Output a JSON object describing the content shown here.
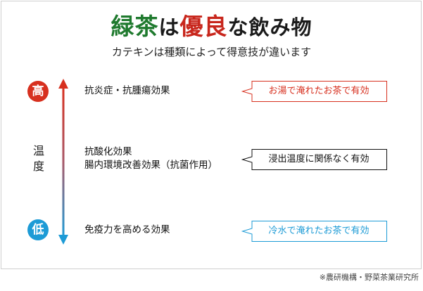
{
  "title": {
    "part1": "緑茶",
    "part2": "は",
    "part3": "優良",
    "part4": "な飲み物"
  },
  "subtitle": "カテキンは種類によって得意技が違います",
  "axis": {
    "high_label": "高",
    "low_label": "低",
    "temp_label_1": "温",
    "temp_label_2": "度"
  },
  "effects": {
    "high": "抗炎症・抗腫瘍効果",
    "mid_1": "抗酸化効果",
    "mid_2": "腸内環境改善効果（抗菌作用）",
    "low": "免疫力を高める効果"
  },
  "callouts": {
    "high": "お湯で淹れたお茶で有効",
    "mid": "浸出温度に関係なく有効",
    "low": "冷水で淹れたお茶で有効"
  },
  "footnote": "※農研機構・野菜茶業研究所",
  "colors": {
    "green": "#1f7a2e",
    "red": "#d7301f",
    "blue": "#1d9bd6",
    "dark": "#111111"
  }
}
